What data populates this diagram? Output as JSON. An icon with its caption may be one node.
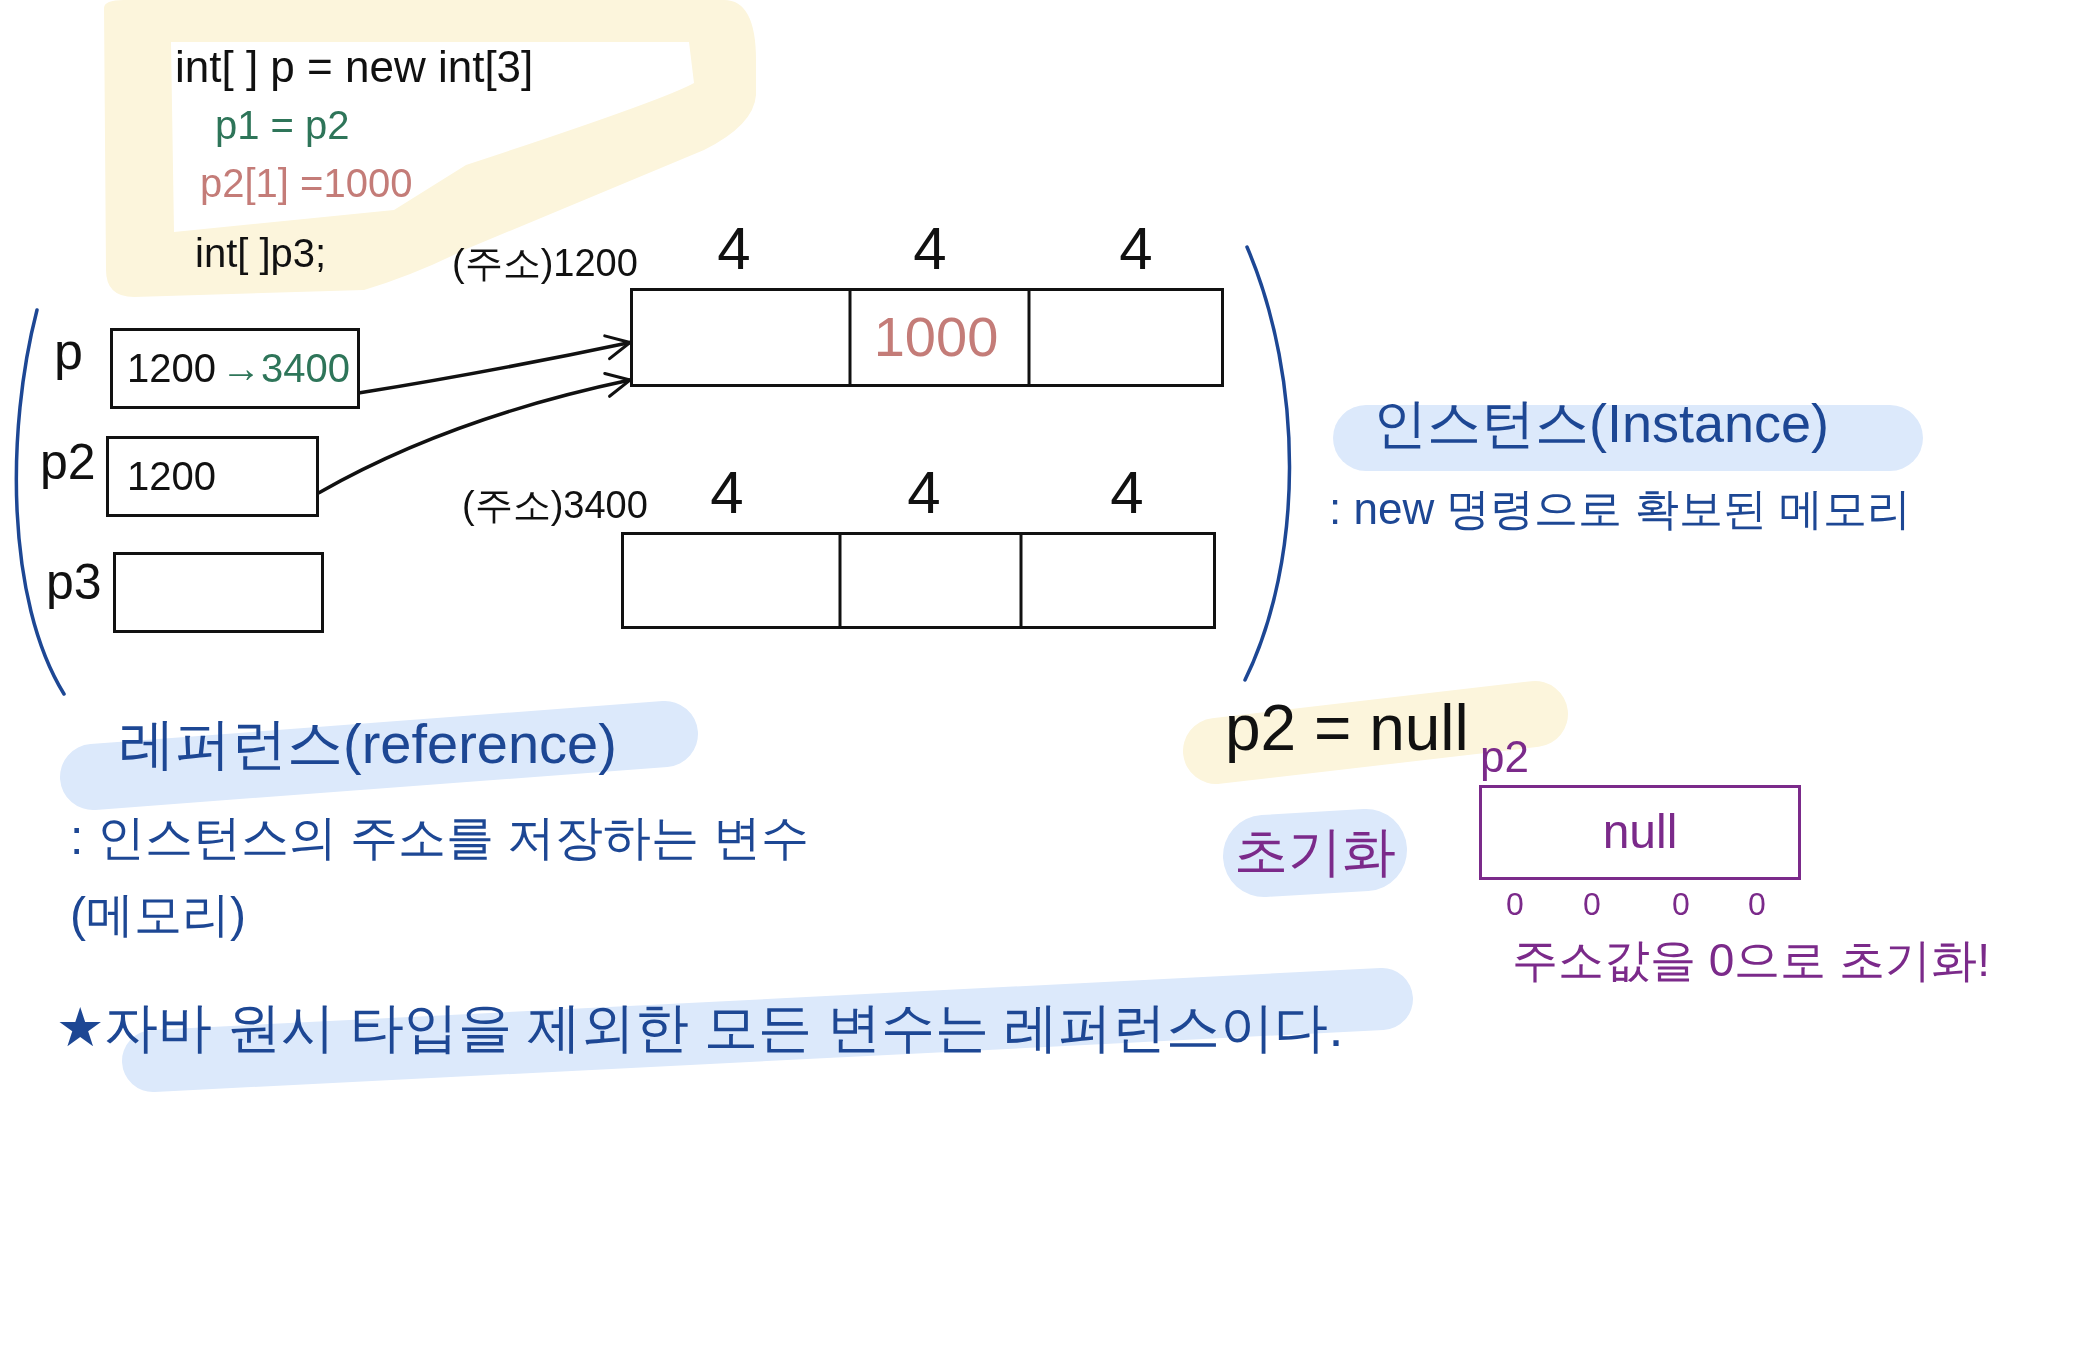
{
  "diagram": {
    "nodes": [
      {
        "text": [
          "int[ ] p = new int[3]",
          "p1 = p2",
          "p2[1] =1000",
          "int[ ]p3;"
        ]
      },
      {
        "text": [
          "1200",
          "→3400"
        ],
        "beside": [
          "p"
        ]
      },
      {
        "text": [
          "1200"
        ],
        "beside": [
          "p2"
        ]
      },
      {
        "text": [],
        "shape": "box",
        "beside": [
          "p3"
        ]
      },
      {
        "text": [
          "1000"
        ],
        "beside": [
          "(주소)1200",
          "4",
          "4",
          "4"
        ]
      },
      {
        "text": [],
        "shape": "box",
        "beside": [
          "(주소)3400",
          "4",
          "4",
          "4"
        ]
      },
      {
        "text": [
          "인스턴스(Instance)"
        ],
        "beside": [
          ": new 명령으로 확보된 메모리"
        ]
      },
      {
        "text": [
          "레퍼런스(reference)"
        ],
        "beside": [
          ": 인스턴스의 주소를 저장하는 변수 (메모리)"
        ]
      },
      {
        "text": [
          "★자바 원시 타입을 제외한 모든 변수는 레퍼런스이다."
        ]
      },
      {
        "text": [
          "p2 = null"
        ]
      },
      {
        "text": [
          "초기화"
        ]
      },
      {
        "text": [
          "null"
        ],
        "beside": [
          "p2",
          "0",
          "0",
          "0",
          "0"
        ]
      }
    ],
    "edges": [
      {
        "from": 1,
        "to": 4,
        "arrow": "to"
      },
      {
        "from": 2,
        "to": 4,
        "arrow": "to"
      }
    ],
    "labels": [
      "주소값을 0으로 초기화!"
    ]
  }
}
